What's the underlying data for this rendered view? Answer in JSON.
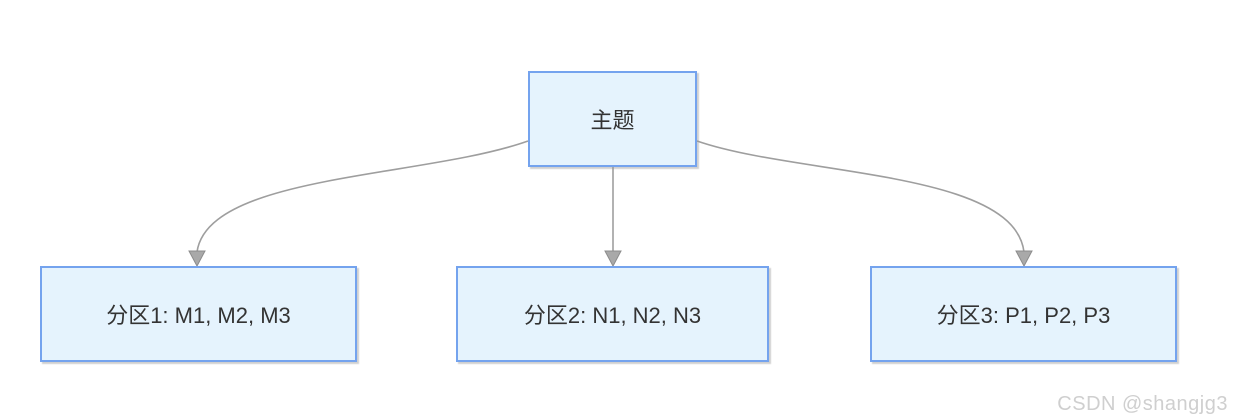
{
  "diagram": {
    "type": "mindmap-tree",
    "root": {
      "label": "主题"
    },
    "children": [
      {
        "label": "分区1: M1, M2, M3"
      },
      {
        "label": "分区2: N1, N2, N3"
      },
      {
        "label": "分区3: P1, P2, P3"
      }
    ],
    "edges": [
      {
        "from": "主题",
        "to": "分区1: M1, M2, M3"
      },
      {
        "from": "主题",
        "to": "分区2: N1, N2, N3"
      },
      {
        "from": "主题",
        "to": "分区3: P1, P2, P3"
      }
    ],
    "colors": {
      "node_fill": "#e5f3fd",
      "node_border": "#74a3ee",
      "node_text": "#333333",
      "edge_line": "#9e9e9e",
      "arrowhead_fill": "#a9a9a9",
      "background": "#ffffff"
    }
  },
  "watermark": {
    "text": "CSDN @shangjg3",
    "color": "#cfcfcf"
  }
}
